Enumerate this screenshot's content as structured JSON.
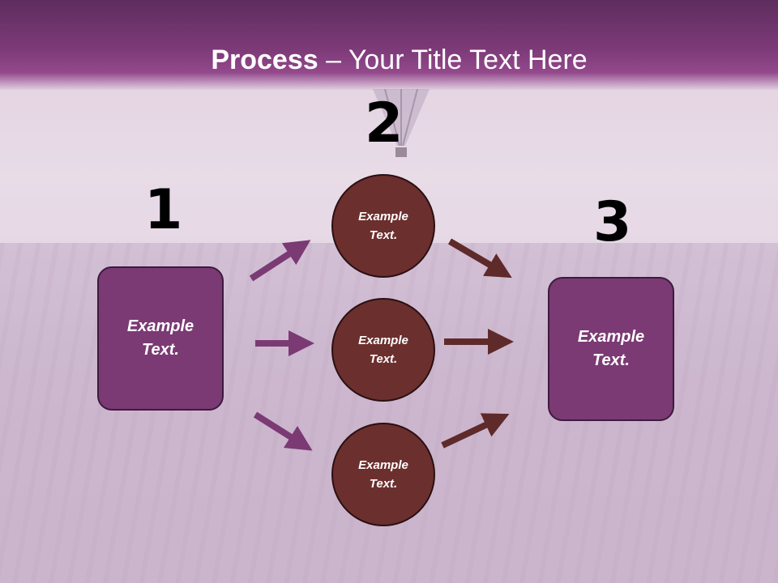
{
  "title": {
    "bold": "Process",
    "rest": " – Your Title Text Here"
  },
  "steps": {
    "one": "1",
    "two": "2",
    "three": "3"
  },
  "left_box": {
    "label": "Example\nText."
  },
  "right_box": {
    "label": "Example\nText."
  },
  "circles": [
    {
      "label": "Example\nText."
    },
    {
      "label": "Example\nText."
    },
    {
      "label": "Example\nText."
    }
  ],
  "colors": {
    "header": "#7d3a78",
    "box_fill": "#7b3a74",
    "circle_fill": "#6b2f2e",
    "arrow_in": "#7b3a74",
    "arrow_out": "#5e2a2a"
  }
}
